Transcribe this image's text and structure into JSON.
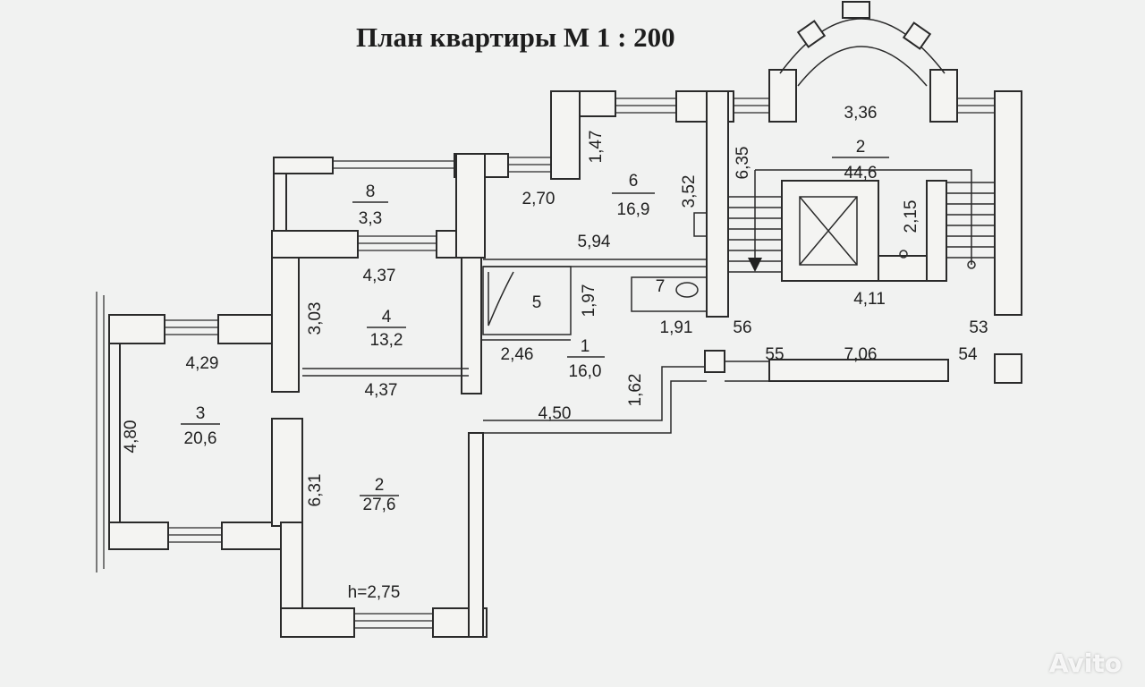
{
  "title": "План квартиры М 1 : 200",
  "ceiling_height": "h=2,75",
  "watermark": "Avito",
  "rooms": [
    {
      "number": "1",
      "area": "16,0"
    },
    {
      "number": "2",
      "area": "27,6"
    },
    {
      "number": "3",
      "area": "20,6"
    },
    {
      "number": "4",
      "area": "13,2"
    },
    {
      "number": "5",
      "area": ""
    },
    {
      "number": "6",
      "area": "16,9"
    },
    {
      "number": "7",
      "area": ""
    },
    {
      "number": "8",
      "area": "3,3"
    },
    {
      "number": "2",
      "area": "44,6"
    }
  ],
  "dimensions": {
    "d_3_36": "3,36",
    "d_6_35": "6,35",
    "d_1_47": "1,47",
    "d_2_70": "2,70",
    "d_3_52": "3,52",
    "d_2_15": "2,15",
    "d_4_37a": "4,37",
    "d_5_94": "5,94",
    "d_4_11": "4,11",
    "d_3_03": "3,03",
    "d_1_97": "1,97",
    "d_1_91": "1,91",
    "d_56": "56",
    "d_53": "53",
    "d_4_29": "4,29",
    "d_2_46": "2,46",
    "d_55": "55",
    "d_7_06": "7,06",
    "d_54": "54",
    "d_4_37b": "4,37",
    "d_1_62": "1,62",
    "d_4_80": "4,80",
    "d_4_50": "4,50",
    "d_6_31": "6,31"
  }
}
